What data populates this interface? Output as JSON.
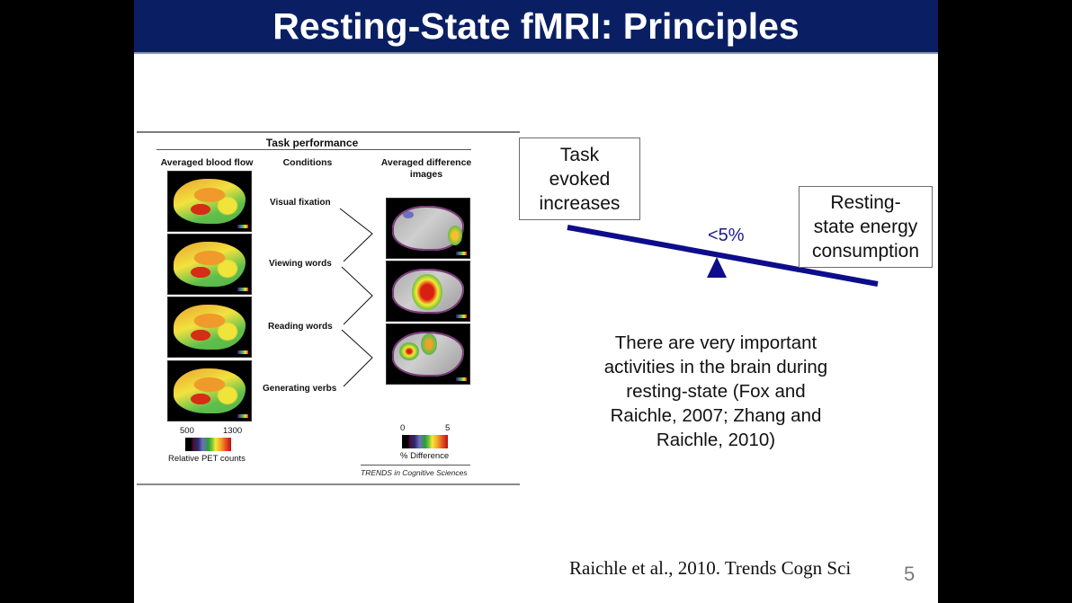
{
  "slide": {
    "title": "Resting-State fMRI: Principles",
    "page_number": "5",
    "citation": "Raichle et al., 2010. Trends Cogn Sci",
    "colors": {
      "header_bg": "#0a1f63",
      "header_text": "#ffffff",
      "balance_beam": "#0d0d8c",
      "percent_text": "#1a1a8a",
      "page_number": "#7a7a7a"
    }
  },
  "figure": {
    "title": "Task performance",
    "columns": {
      "left": "Averaged blood flow",
      "middle": "Conditions",
      "right": "Averaged difference images"
    },
    "conditions": [
      "Visual fixation",
      "Viewing words",
      "Reading words",
      "Generating verbs"
    ],
    "blood_flow_scale": {
      "min": "500",
      "max": "1300",
      "label": "Relative PET counts"
    },
    "difference_scale": {
      "min": "0",
      "max": "5",
      "label": "% Difference"
    },
    "source": "TRENDS in Cognitive Sciences"
  },
  "balance": {
    "left_box": "Task\nevoked\nincreases",
    "right_box": "Resting-\nstate energy\nconsumption",
    "percent": "<5%"
  },
  "body_text": "There are very important activities in the brain during resting-state (Fox and Raichle, 2007; Zhang and Raichle, 2010)"
}
